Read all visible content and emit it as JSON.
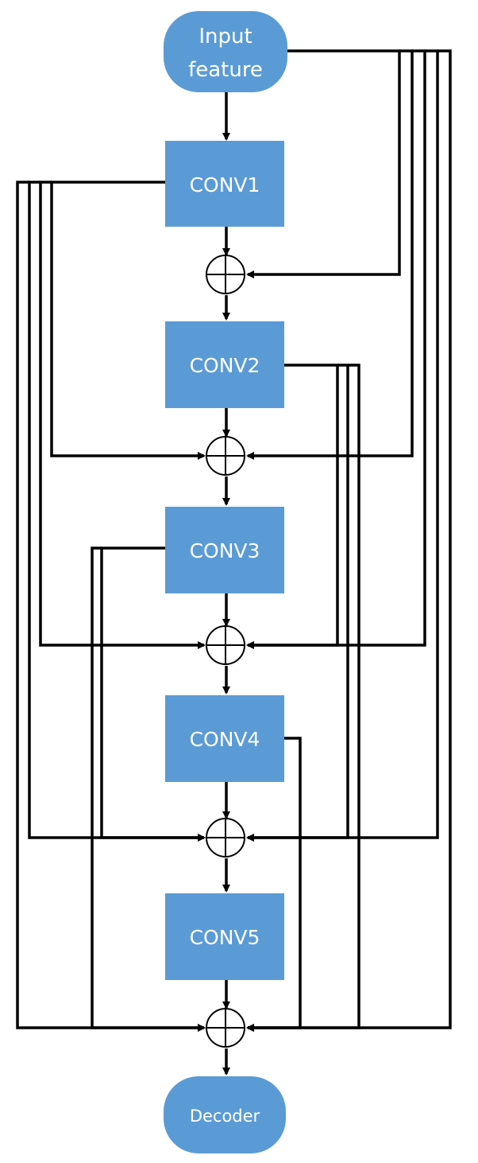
{
  "diagram": {
    "colors": {
      "node_fill": "#5b9bd5",
      "line": "#000000",
      "text": "#ffffff"
    },
    "nodes": {
      "input": {
        "label_line1": "Input",
        "label_line2": "feature"
      },
      "conv1": {
        "label": "CONV1"
      },
      "conv2": {
        "label": "CONV2"
      },
      "conv3": {
        "label": "CONV3"
      },
      "conv4": {
        "label": "CONV4"
      },
      "conv5": {
        "label": "CONV5"
      },
      "decoder": {
        "label": "Decoder"
      }
    },
    "connections": [
      {
        "from": "input",
        "to": "conv1"
      },
      {
        "from": "conv1",
        "to": "sum1"
      },
      {
        "from": "input",
        "to": "sum1"
      },
      {
        "from": "sum1",
        "to": "conv2"
      },
      {
        "from": "conv2",
        "to": "sum2"
      },
      {
        "from": "conv1",
        "to": "sum2"
      },
      {
        "from": "input",
        "to": "sum2"
      },
      {
        "from": "sum2",
        "to": "conv3"
      },
      {
        "from": "conv3",
        "to": "sum3"
      },
      {
        "from": "conv1",
        "to": "sum3"
      },
      {
        "from": "conv2",
        "to": "sum3"
      },
      {
        "from": "input",
        "to": "sum3"
      },
      {
        "from": "sum3",
        "to": "conv4"
      },
      {
        "from": "conv4",
        "to": "sum4"
      },
      {
        "from": "conv1",
        "to": "sum4"
      },
      {
        "from": "conv2",
        "to": "sum4"
      },
      {
        "from": "conv3",
        "to": "sum4"
      },
      {
        "from": "input",
        "to": "sum4"
      },
      {
        "from": "sum4",
        "to": "conv5"
      },
      {
        "from": "conv5",
        "to": "sum5"
      },
      {
        "from": "conv1",
        "to": "sum5"
      },
      {
        "from": "conv2",
        "to": "sum5"
      },
      {
        "from": "conv3",
        "to": "sum5"
      },
      {
        "from": "conv4",
        "to": "sum5"
      },
      {
        "from": "input",
        "to": "sum5"
      },
      {
        "from": "sum5",
        "to": "decoder"
      }
    ]
  }
}
